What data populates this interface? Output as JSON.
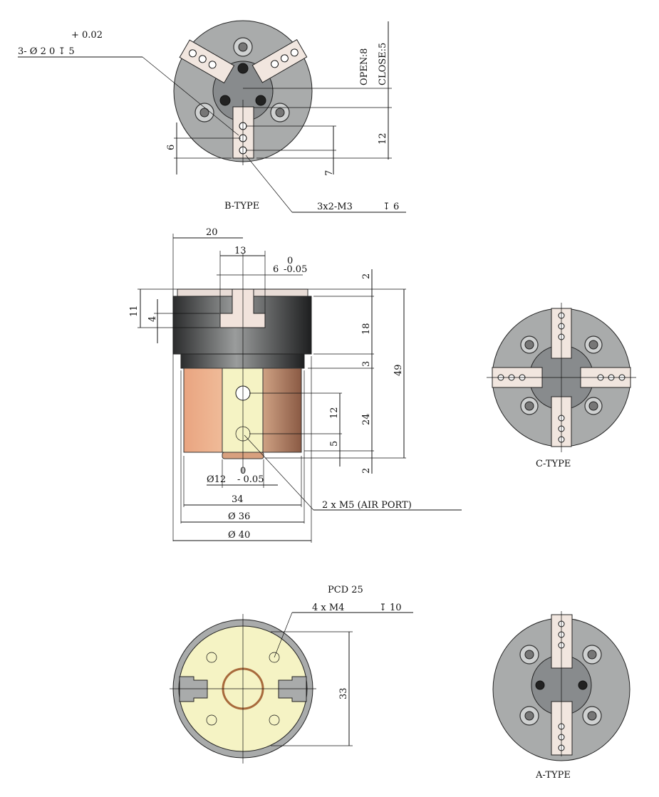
{
  "b_type": {
    "tol_upper": "+ 0.02",
    "hole_callout": "3-  Ø 2     0          ↧  5",
    "open": "OPEN:8",
    "close": "CLOSE:5",
    "dim_12": "12",
    "dim_6": "6",
    "dim_7": "7",
    "label": "B-TYPE",
    "thread_callout": "3x2-M3",
    "thread_depth": "↧  6"
  },
  "side_view": {
    "dim_20": "20",
    "dim_13": "13",
    "dim_6": "6",
    "tol_6_upper": "0",
    "tol_6_lower": "-0.05",
    "dim_top_2": "2",
    "dim_18": "18",
    "dim_3": "3",
    "dim_24": "24",
    "dim_bottom_2": "2",
    "dim_49": "49",
    "dim_12": "12",
    "dim_5": "5",
    "dim_11": "11",
    "dim_4": "4",
    "dia_12": "Ø12",
    "dia_12_tol_upper": "0",
    "dia_12_tol_lower": "-  0.05",
    "dim_34": "34",
    "dia_36": "Ø 36",
    "dia_40": "Ø 40",
    "air_port": "2 x M5   (AIR PORT)"
  },
  "c_type": {
    "label": "C-TYPE"
  },
  "bottom_view": {
    "pcd": "PCD 25",
    "mount_callout": "4 x M4",
    "mount_depth": "↧ 10",
    "dim_33": "33"
  },
  "a_type": {
    "label": "A-TYPE"
  },
  "colors": {
    "body": "#a9abab",
    "jaw": "#f1e6df",
    "copper": "#c98a66",
    "yellow": "#f5f3c4",
    "dark": "#3d3f40"
  }
}
